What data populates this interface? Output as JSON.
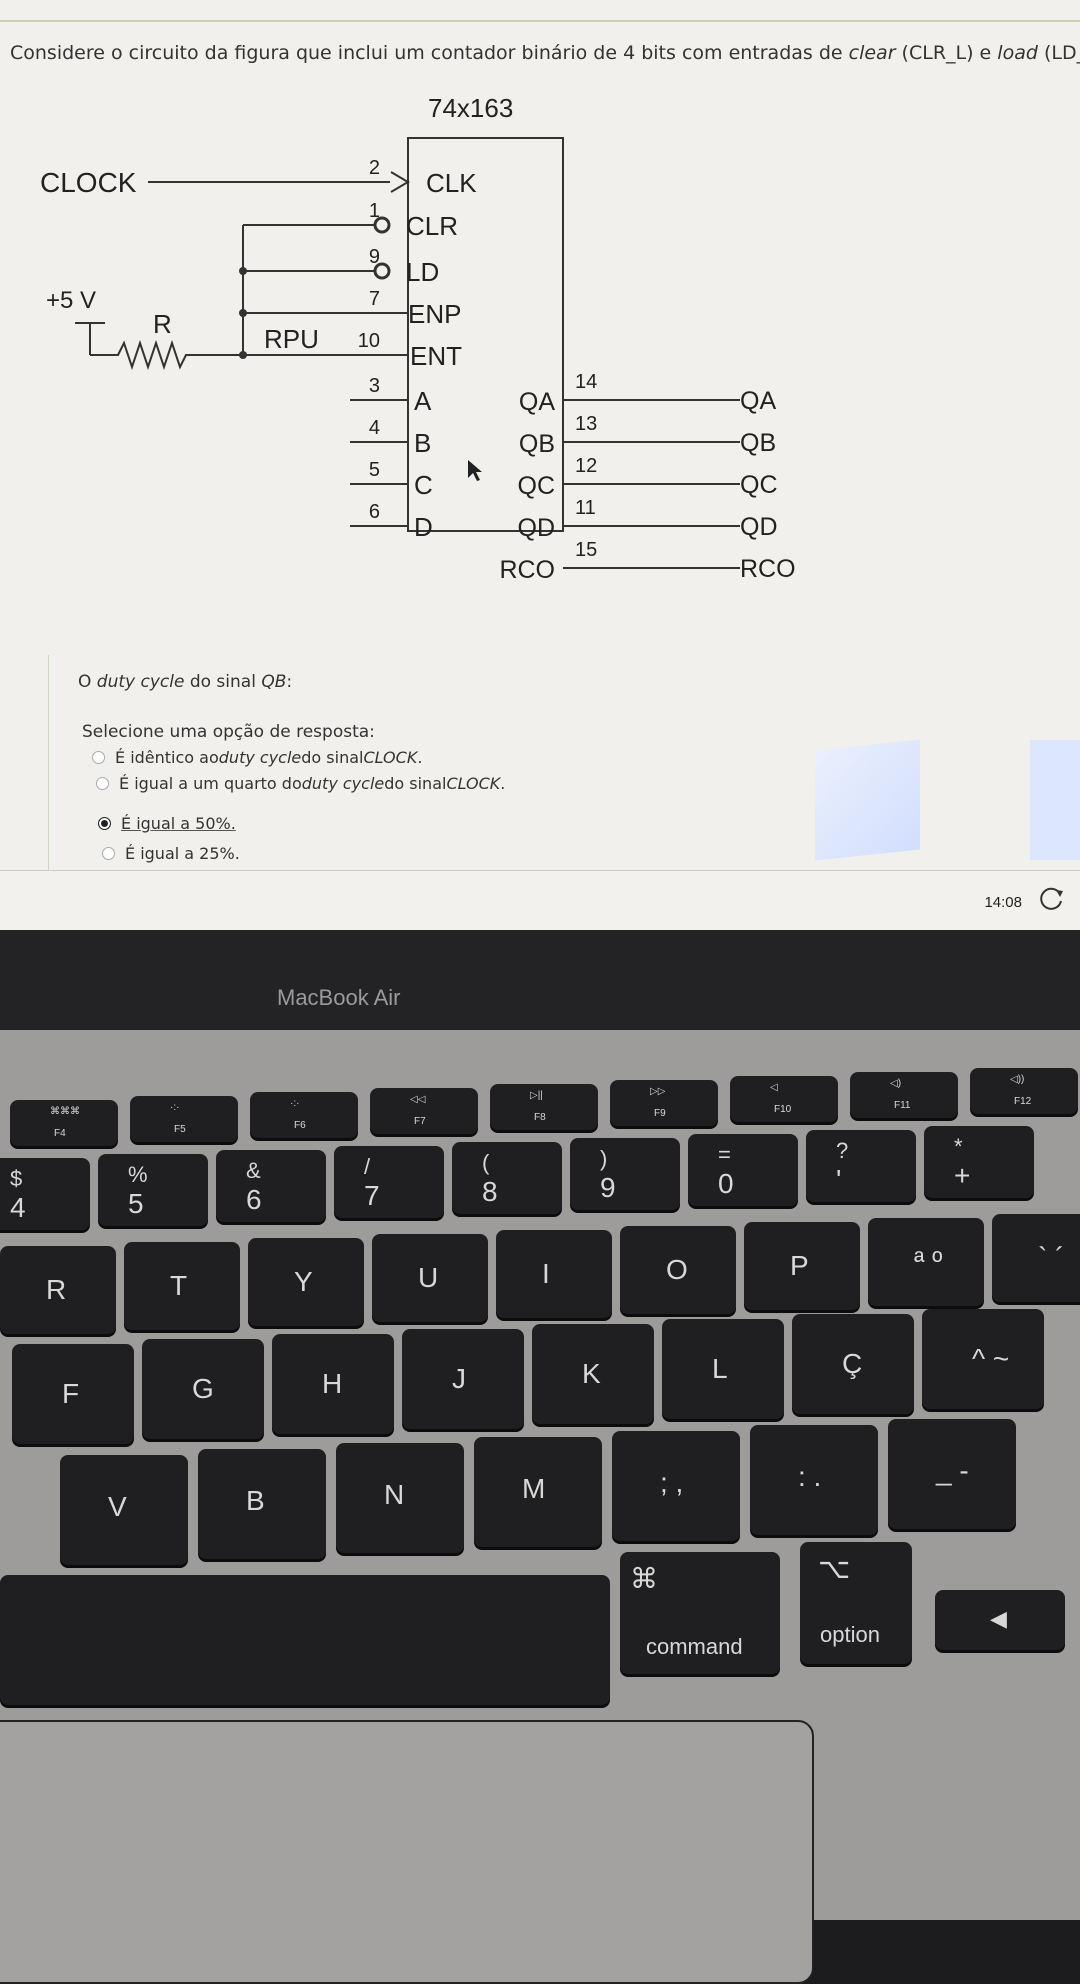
{
  "question": {
    "prefix": "Considere o circuito da figura que inclui um contador binário de 4 bits com entradas de ",
    "clear_word": "clear",
    "clear_signal": " (CLR_L) e ",
    "load_word": "load",
    "suffix": " (LD_L) síncronas."
  },
  "circuit": {
    "chip_name": "74x163",
    "clock_label": "CLOCK",
    "supply_label": "+5 V",
    "resistor_label": "R",
    "rpu_label": "RPU",
    "inputs": [
      {
        "pin": "2",
        "name": "CLK"
      },
      {
        "pin": "1",
        "name": "CLR"
      },
      {
        "pin": "9",
        "name": "LD"
      },
      {
        "pin": "7",
        "name": "ENP"
      },
      {
        "pin": "10",
        "name": "ENT"
      },
      {
        "pin": "3",
        "name": "A"
      },
      {
        "pin": "4",
        "name": "B"
      },
      {
        "pin": "5",
        "name": "C"
      },
      {
        "pin": "6",
        "name": "D"
      }
    ],
    "outputs": [
      {
        "pin": "14",
        "name": "QA",
        "out": "QA"
      },
      {
        "pin": "13",
        "name": "QB",
        "out": "QB"
      },
      {
        "pin": "12",
        "name": "QC",
        "out": "QC"
      },
      {
        "pin": "11",
        "name": "QD",
        "out": "QD"
      },
      {
        "pin": "15",
        "name": "RCO",
        "out": "RCO"
      }
    ]
  },
  "prompt": {
    "duty_prefix": "O ",
    "duty_italic": "duty cycle",
    "duty_mid": " do sinal ",
    "duty_signal": "QB",
    "duty_suffix": ":",
    "select": "Selecione uma opção de resposta:"
  },
  "options": [
    {
      "pre": "É idêntico ao ",
      "ital": "duty cycle",
      "mid": " do sinal ",
      "ital2": "CLOCK",
      "post": ".",
      "selected": false
    },
    {
      "pre": "É igual a um quarto do ",
      "ital": "duty cycle",
      "mid": " do sinal ",
      "ital2": "CLOCK",
      "post": ".",
      "selected": false
    },
    {
      "pre": "É igual a 50%.",
      "ital": "",
      "mid": "",
      "ital2": "",
      "post": "",
      "selected": true
    },
    {
      "pre": "É igual a 25%.",
      "ital": "",
      "mid": "",
      "ital2": "",
      "post": "",
      "selected": false
    }
  ],
  "status": {
    "time": "14:08"
  },
  "bezel": {
    "label": "MacBook Air"
  },
  "keyboard": {
    "fn_row": [
      {
        "icon": "⌘⌘⌘",
        "label": "F4"
      },
      {
        "icon": "·:·",
        "label": "F5"
      },
      {
        "icon": "·:·",
        "label": "F6"
      },
      {
        "icon": "◁◁",
        "label": "F7"
      },
      {
        "icon": "▷||",
        "label": "F8"
      },
      {
        "icon": "▷▷",
        "label": "F9"
      },
      {
        "icon": "◁",
        "label": "F10"
      },
      {
        "icon": "◁)",
        "label": "F11"
      },
      {
        "icon": "◁))",
        "label": "F12"
      }
    ],
    "num_row": [
      {
        "top": "$",
        "bottom": "4"
      },
      {
        "top": "%",
        "bottom": "5"
      },
      {
        "top": "&",
        "bottom": "6"
      },
      {
        "top": "/",
        "bottom": "7"
      },
      {
        "top": "(",
        "bottom": "8"
      },
      {
        "top": ")",
        "bottom": "9"
      },
      {
        "top": "=",
        "bottom": "0"
      },
      {
        "top": "?",
        "bottom": "'"
      },
      {
        "top": "*",
        "bottom": "+"
      }
    ],
    "row_q": [
      "R",
      "T",
      "Y",
      "U",
      "I",
      "O",
      "P",
      "ª º",
      "` ´"
    ],
    "row_a": [
      "F",
      "G",
      "H",
      "J",
      "K",
      "L",
      "Ç",
      "^ ~"
    ],
    "row_z": [
      "V",
      "B",
      "N",
      "M",
      "; ,",
      ": .",
      "_ -"
    ],
    "command_symbol": "⌘",
    "command_label": "command",
    "option_symbol": "⌥",
    "option_label": "option",
    "arrow_left": "◀"
  }
}
